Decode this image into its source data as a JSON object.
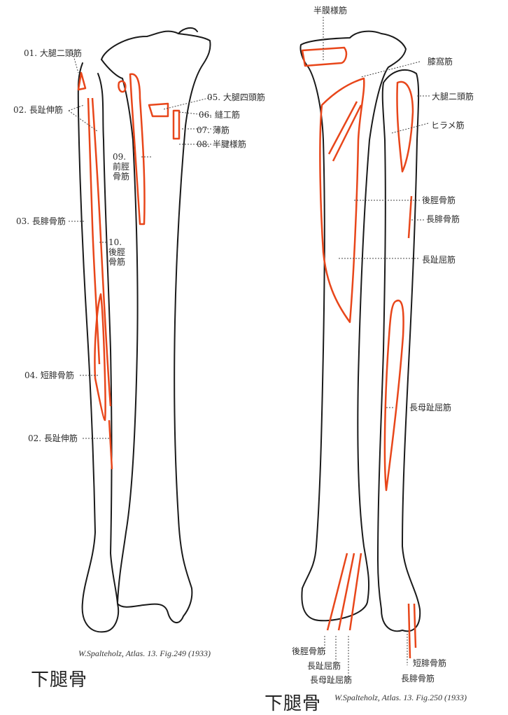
{
  "figures": [
    {
      "id": "anterior-view",
      "title": "下腿骨",
      "caption": "W.Spalteholz, Atlas. 13. Fig.249 (1933)",
      "labels": [
        {
          "text": "01. 大腿二頭筋"
        },
        {
          "text": "02. 長趾伸筋"
        },
        {
          "text": "03. 長腓骨筋"
        },
        {
          "text": "04. 短腓骨筋"
        },
        {
          "text": "02. 長趾伸筋"
        },
        {
          "text": "05. 大腿四頭筋"
        },
        {
          "text": "06. 縫工筋"
        },
        {
          "text": "07. 薄筋"
        },
        {
          "text": "08. 半腱様筋"
        },
        {
          "text": "09. 前脛骨筋",
          "lines": [
            "09.",
            "前脛",
            "骨筋"
          ]
        },
        {
          "text": "10. 後脛骨筋",
          "lines": [
            "10.",
            "後脛",
            "骨筋"
          ]
        }
      ]
    },
    {
      "id": "posterior-view",
      "title": "下腿骨",
      "caption": "W.Spalteholz, Atlas. 13. Fig.250 (1933)",
      "labels": [
        {
          "text": "半膜様筋"
        },
        {
          "text": "膝窩筋"
        },
        {
          "text": "大腿二頭筋"
        },
        {
          "text": "ヒラメ筋"
        },
        {
          "text": "後脛骨筋"
        },
        {
          "text": "長腓骨筋"
        },
        {
          "text": "長趾屈筋"
        },
        {
          "text": "長母趾屈筋"
        },
        {
          "text": "後脛骨筋"
        },
        {
          "text": "長趾屈筋"
        },
        {
          "text": "長母趾屈筋"
        },
        {
          "text": "短腓骨筋"
        },
        {
          "text": "長腓骨筋"
        }
      ]
    }
  ],
  "colors": {
    "muscle_attachment": "#e8461a",
    "bone_outline": "#1a1a1a",
    "leader_line": "#444444",
    "background": "#ffffff"
  }
}
